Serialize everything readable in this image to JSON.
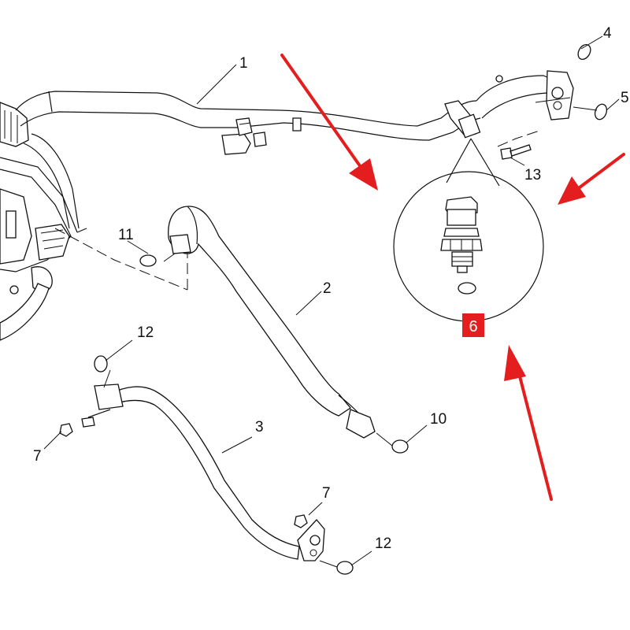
{
  "callouts": [
    {
      "id": "1",
      "label": "1"
    },
    {
      "id": "2",
      "label": "2"
    },
    {
      "id": "3",
      "label": "3"
    },
    {
      "id": "4",
      "label": "4"
    },
    {
      "id": "5",
      "label": "5"
    },
    {
      "id": "6",
      "label": "6",
      "highlighted": true
    },
    {
      "id": "7a",
      "label": "7"
    },
    {
      "id": "7b",
      "label": "7"
    },
    {
      "id": "10",
      "label": "10"
    },
    {
      "id": "11",
      "label": "11"
    },
    {
      "id": "12a",
      "label": "12"
    },
    {
      "id": "12b",
      "label": "12"
    },
    {
      "id": "13",
      "label": "13"
    }
  ],
  "colors": {
    "highlight": "#e41e1e",
    "arrow": "#e41e1e",
    "line": "#111111",
    "background": "#ffffff"
  }
}
